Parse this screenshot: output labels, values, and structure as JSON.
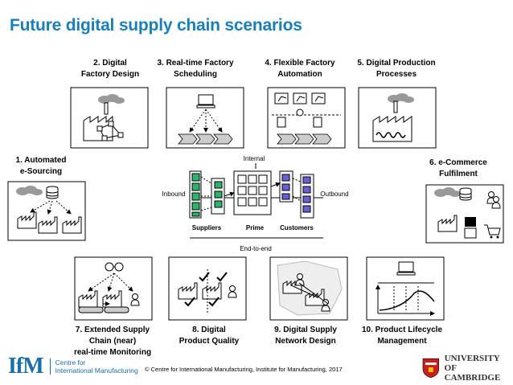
{
  "title": "Future digital supply chain scenarios",
  "scenarios": {
    "s1": [
      "1. Automated",
      "e-Sourcing"
    ],
    "s2": [
      "2. Digital",
      "Factory Design"
    ],
    "s3": [
      "3. Real-time Factory",
      "Scheduling"
    ],
    "s4": [
      "4. Flexible Factory",
      "Automation"
    ],
    "s5": [
      "5. Digital Production",
      "Processes"
    ],
    "s6": [
      "6. e-Commerce",
      "Fulfilment"
    ],
    "s7": [
      "7. Extended Supply",
      "Chain (near)",
      "real-time Monitoring"
    ],
    "s8": [
      "8. Digital",
      "Product Quality"
    ],
    "s9": [
      "9. Digital Supply",
      "Network Design"
    ],
    "s10": [
      "10. Product Lifecycle",
      "Management"
    ]
  },
  "center": {
    "internal": "Internal",
    "inbound": "Inbound",
    "outbound": "Outbound",
    "suppliers": "Suppliers",
    "prime": "Prime",
    "customers": "Customers",
    "end_to_end": "End-to-end"
  },
  "footer": "© Centre for International Manufacturing, Institute for Manufacturing, 2017",
  "ifm": {
    "logo": "IfM",
    "line1": "Centre for",
    "line2": "International Manufacturing"
  },
  "cambridge": {
    "line1": "UNIVERSITY OF",
    "line2": "CAMBRIDGE"
  },
  "colors": {
    "title": "#1a7fb8",
    "green": "#2db36b",
    "purple": "#6b5fd6",
    "cloud": "#999999"
  }
}
